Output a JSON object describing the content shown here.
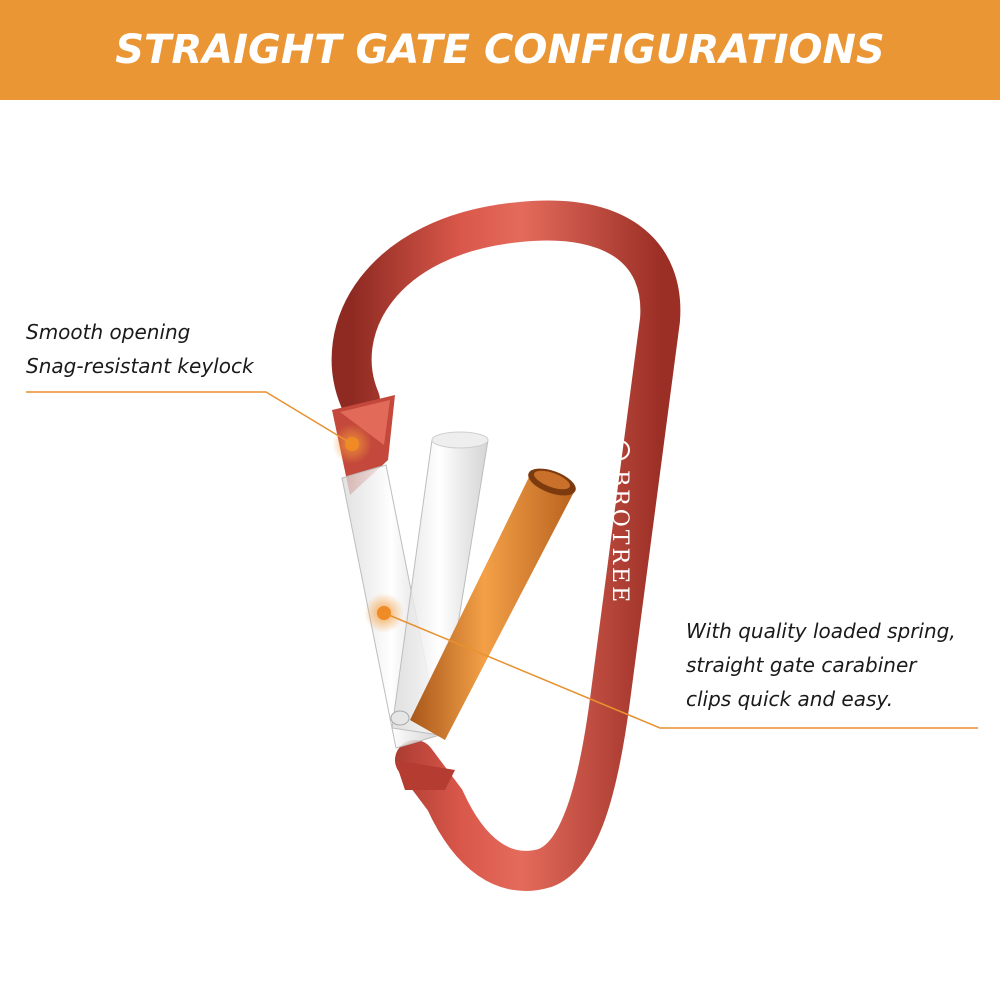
{
  "banner": {
    "title": "STRAIGHT GATE CONFIGURATIONS",
    "color": "#EA9635"
  },
  "callouts": {
    "left": {
      "lines": [
        "Smooth opening",
        "Snag-resistant keylock"
      ]
    },
    "right": {
      "lines": [
        "With quality loaded spring,",
        "straight gate carabiner",
        "clips quick and easy."
      ]
    }
  },
  "product": {
    "brand": "BROTREE",
    "frame_color": "#C9453A",
    "gate_color": "#E8912F",
    "accent_color": "#E8912F"
  }
}
